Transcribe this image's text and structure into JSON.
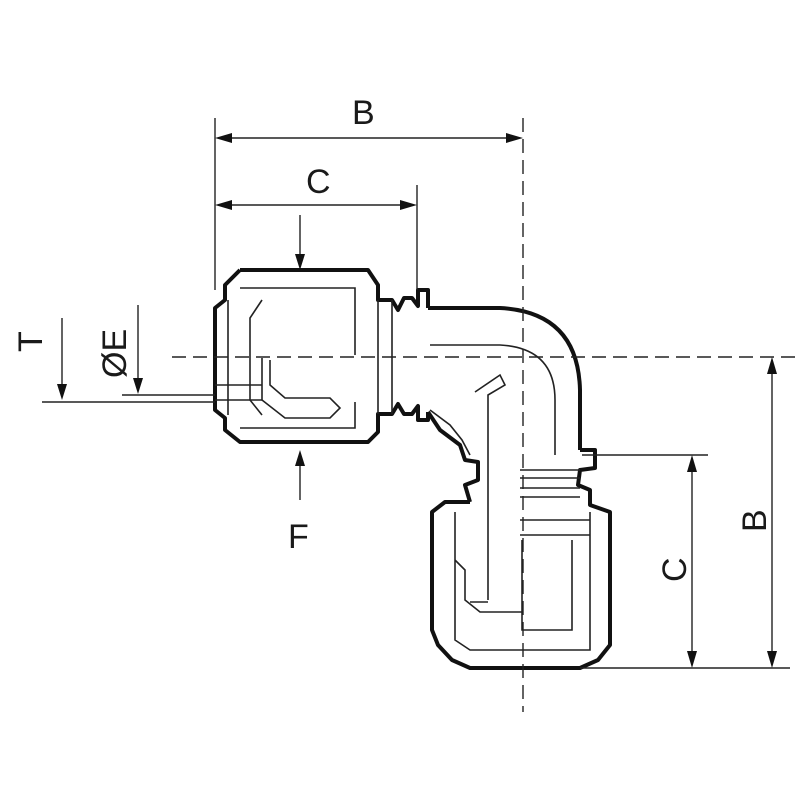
{
  "labels": {
    "B_top": "B",
    "C_top": "C",
    "T": "T",
    "phiE": "ØE",
    "F": "F",
    "C_right": "C",
    "B_right": "B"
  }
}
